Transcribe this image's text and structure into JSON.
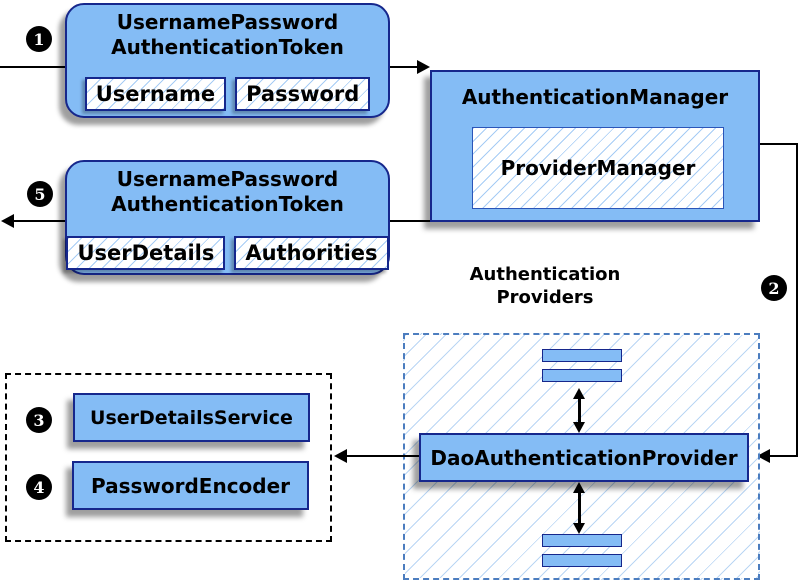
{
  "colors": {
    "node_fill": "#84BCF5",
    "node_border": "#16278C",
    "hatch_line": "#A6CCF5",
    "providers_dash_border": "#4C7DBF",
    "dependencies_dash_border": "#000000",
    "arrow": "#000000"
  },
  "badges": {
    "step1": "1",
    "step2": "2",
    "step3": "3",
    "step4": "4",
    "step5": "5"
  },
  "request_token": {
    "title_line1": "UsernamePassword",
    "title_line2": "AuthenticationToken",
    "fields": [
      "Username",
      "Password"
    ]
  },
  "authentication_manager": {
    "title": "AuthenticationManager",
    "implementation": "ProviderManager"
  },
  "response_token": {
    "title_line1": "UsernamePassword",
    "title_line2": "AuthenticationToken",
    "fields": [
      "UserDetails",
      "Authorities"
    ]
  },
  "providers_group": {
    "label_line1": "Authentication",
    "label_line2": "Providers",
    "provider": "DaoAuthenticationProvider"
  },
  "dependencies": {
    "user_details_service": "UserDetailsService",
    "password_encoder": "PasswordEncoder"
  }
}
